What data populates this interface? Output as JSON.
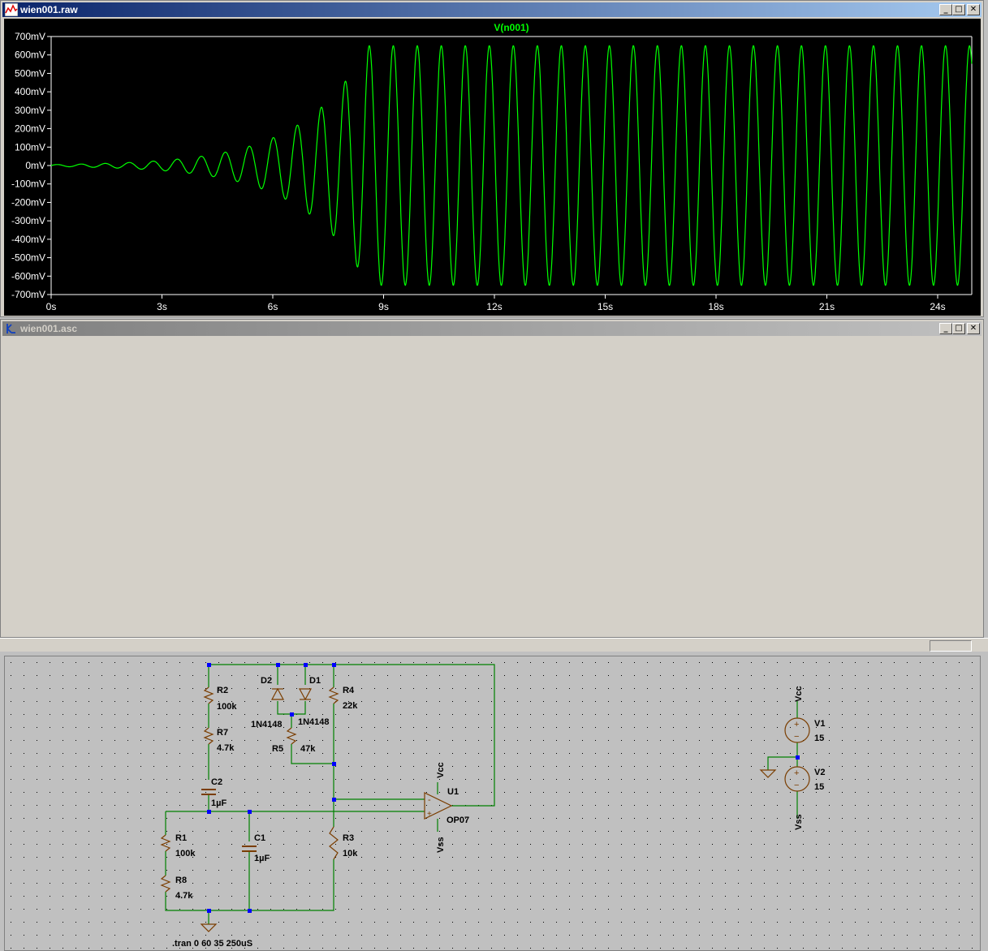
{
  "waveform_window": {
    "title": "wien001.raw",
    "trace_name": "V(n001)",
    "trace_color": "#00ff00",
    "y_ticks": [
      "700mV",
      "600mV",
      "500mV",
      "400mV",
      "300mV",
      "200mV",
      "100mV",
      "0mV",
      "-100mV",
      "-200mV",
      "-300mV",
      "-400mV",
      "-500mV",
      "-600mV",
      "-700mV"
    ],
    "x_ticks": [
      "0s",
      "3s",
      "6s",
      "9s",
      "12s",
      "15s",
      "18s",
      "21s",
      "24s"
    ]
  },
  "chart_data": {
    "type": "line",
    "series": [
      {
        "name": "V(n001)",
        "unit": "mV",
        "period_s": 0.65,
        "start_amplitude_mV": 5,
        "growth_per_s": 0.567,
        "limit_amplitude_mV": 650
      }
    ],
    "x_range": [
      0,
      25.5
    ],
    "ylim": [
      -700,
      700
    ],
    "grid": false
  },
  "schematic_window": {
    "title": "wien001.asc",
    "components": {
      "r2": {
        "name": "R2",
        "value": "100k"
      },
      "r7": {
        "name": "R7",
        "value": "4.7k"
      },
      "c2": {
        "name": "C2",
        "value": "1µF"
      },
      "r1": {
        "name": "R1",
        "value": "100k"
      },
      "r8": {
        "name": "R8",
        "value": "4.7k"
      },
      "c1": {
        "name": "C1",
        "value": "1µF"
      },
      "d2": {
        "name": "D2",
        "value": "1N4148"
      },
      "d1": {
        "name": "D1",
        "value": "1N4148"
      },
      "r5": {
        "name": "R5",
        "value": "47k"
      },
      "r4": {
        "name": "R4",
        "value": "22k"
      },
      "r3": {
        "name": "R3",
        "value": "10k"
      },
      "u1": {
        "name": "U1",
        "value": "OP07",
        "plus": "+",
        "minus": "-"
      },
      "v1": {
        "name": "V1",
        "value": "15"
      },
      "v2": {
        "name": "V2",
        "value": "15"
      }
    },
    "net_labels": {
      "opamp_vcc": "Vcc",
      "opamp_vss": "Vss",
      "supply_vcc": "Vcc",
      "supply_vss": "Vss"
    },
    "source_signs": {
      "plus": "+",
      "minus": "−"
    },
    "directive": ".tran 0 60 35 250uS"
  },
  "window_buttons": {
    "minimize": "_",
    "maximize": "□",
    "close": "✕"
  }
}
